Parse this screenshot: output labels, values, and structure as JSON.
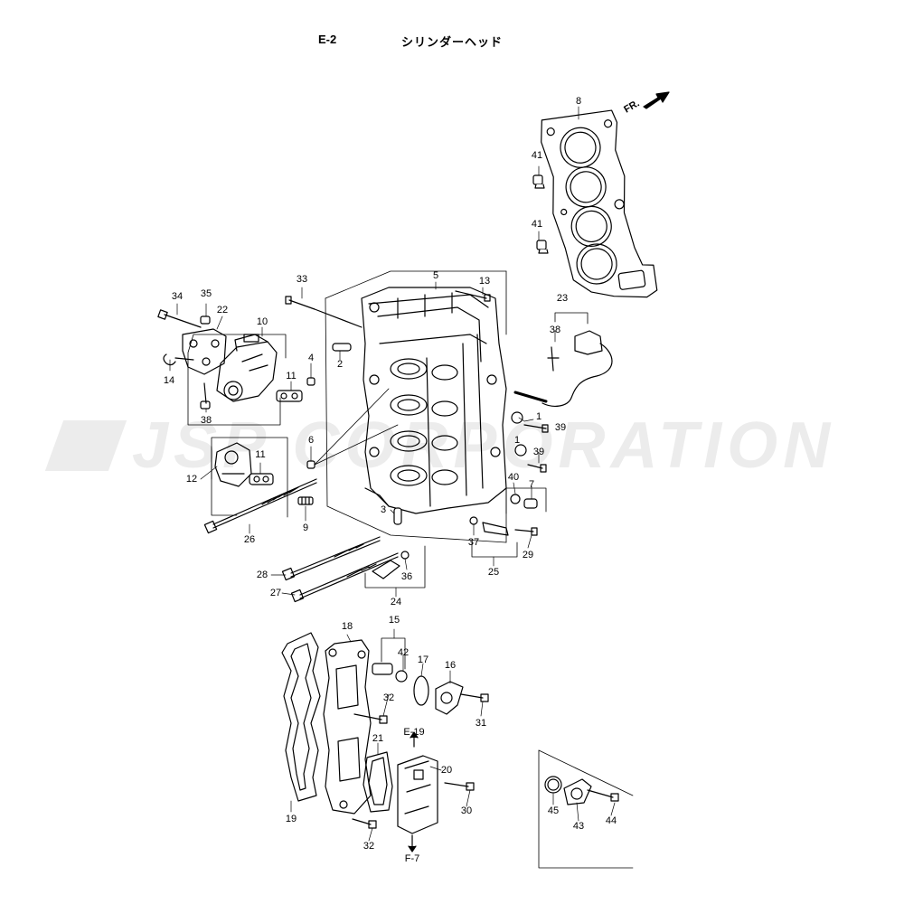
{
  "header": {
    "page_code": "E-2",
    "title": "シリンダーヘッド"
  },
  "watermark": "JSP CORPORATION",
  "front_indicator": "FR.",
  "refs": {
    "up": "E-19",
    "down": "F-7"
  },
  "callouts": {
    "n1": "1",
    "n2": "2",
    "n3": "3",
    "n4": "4",
    "n5": "5",
    "n6": "6",
    "n7": "7",
    "n8": "8",
    "n9": "9",
    "n10": "10",
    "n11": "11",
    "n12": "12",
    "n13": "13",
    "n14": "14",
    "n15": "15",
    "n16": "16",
    "n17": "17",
    "n18": "18",
    "n19": "19",
    "n20": "20",
    "n21": "21",
    "n22": "22",
    "n23": "23",
    "n24": "24",
    "n25": "25",
    "n26": "26",
    "n27": "27",
    "n28": "28",
    "n29": "29",
    "n30": "30",
    "n31": "31",
    "n32": "32",
    "n33": "33",
    "n34": "34",
    "n35": "35",
    "n36": "36",
    "n37": "37",
    "n38": "38",
    "n39": "39",
    "n40": "40",
    "n41": "41",
    "n42": "42",
    "n43": "43",
    "n44": "44",
    "n45": "45"
  }
}
